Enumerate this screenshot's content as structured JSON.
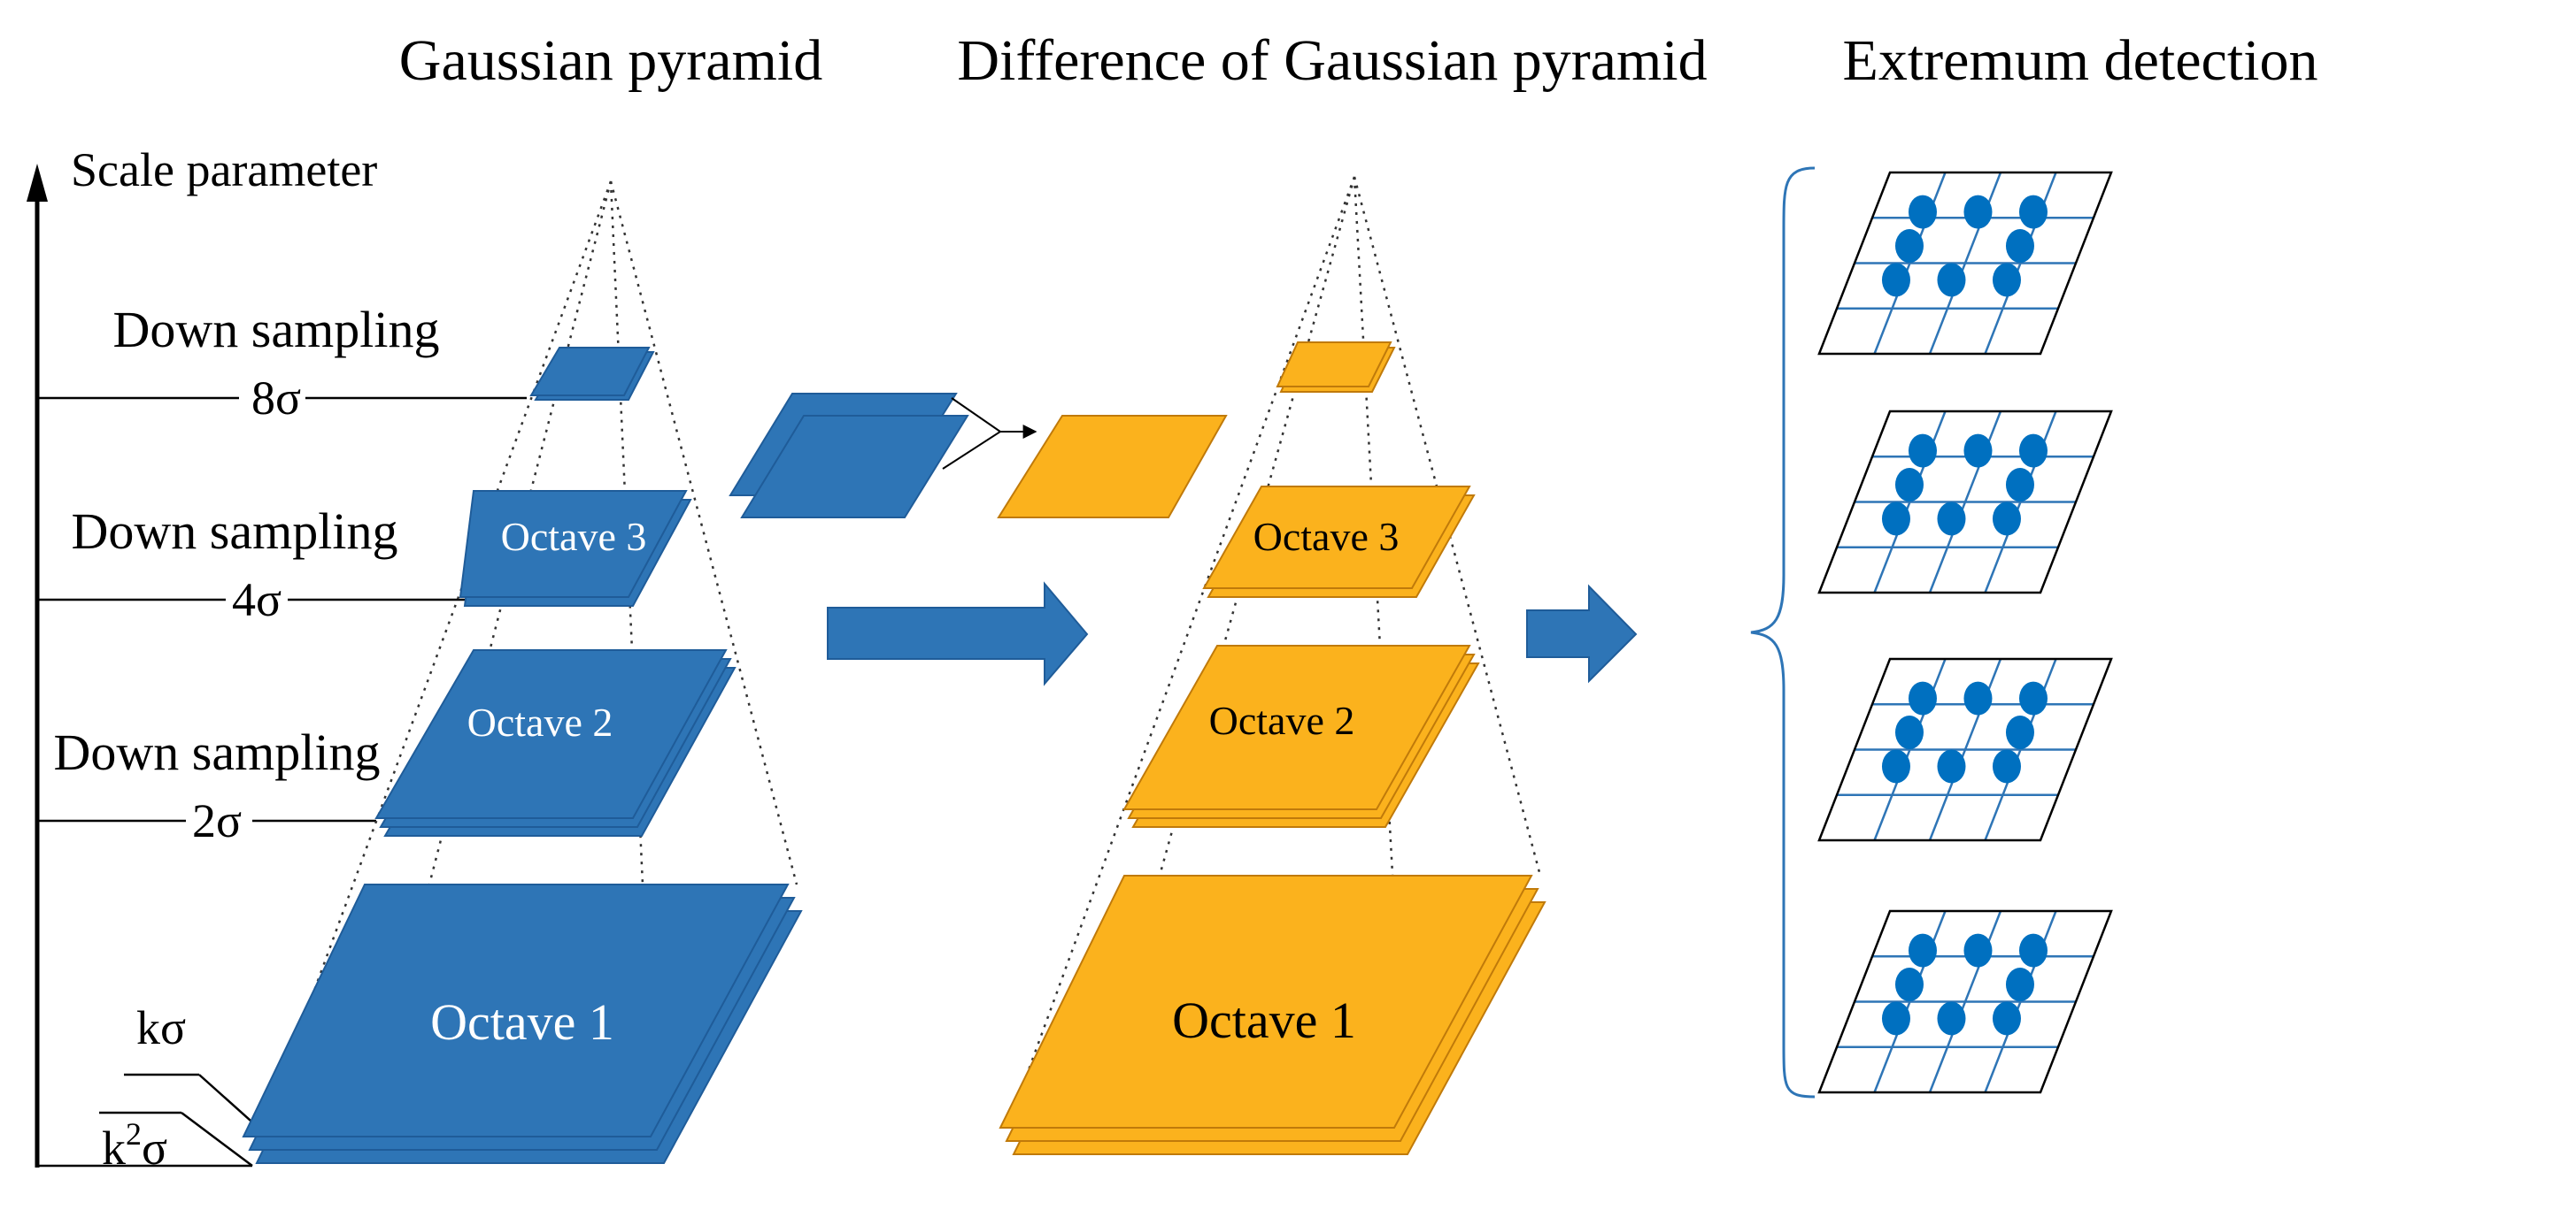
{
  "headings": {
    "gaussian": "Gaussian pyramid",
    "dog": "Difference of Gaussian  pyramid",
    "extremum": "Extremum detection"
  },
  "axis": {
    "label": "Scale parameter",
    "levels": [
      {
        "down_label": "Down sampling",
        "scale_label": "8σ"
      },
      {
        "down_label": "Down sampling",
        "scale_label": "4σ"
      },
      {
        "down_label": "Down sampling",
        "scale_label": "2σ"
      }
    ],
    "k_sigma": "kσ",
    "k2_sigma_base": "k",
    "k2_sigma_exp": "2",
    "k2_sigma_tail": "σ"
  },
  "gaussian_octaves": [
    "Octave 3",
    "Octave 2",
    "Octave 1"
  ],
  "dog_octaves": [
    "Octave 3",
    "Octave 2",
    "Octave 1"
  ],
  "colors": {
    "blue": "#2e75b6",
    "blue_edge": "#1f5c99",
    "orange": "#fbb21d",
    "orange_edge": "#c07a0a",
    "grid_line": "#2e75b6",
    "dot": "#0070c0",
    "brace": "#2e75b6",
    "text": "#000000"
  },
  "extremum_grids": 4
}
